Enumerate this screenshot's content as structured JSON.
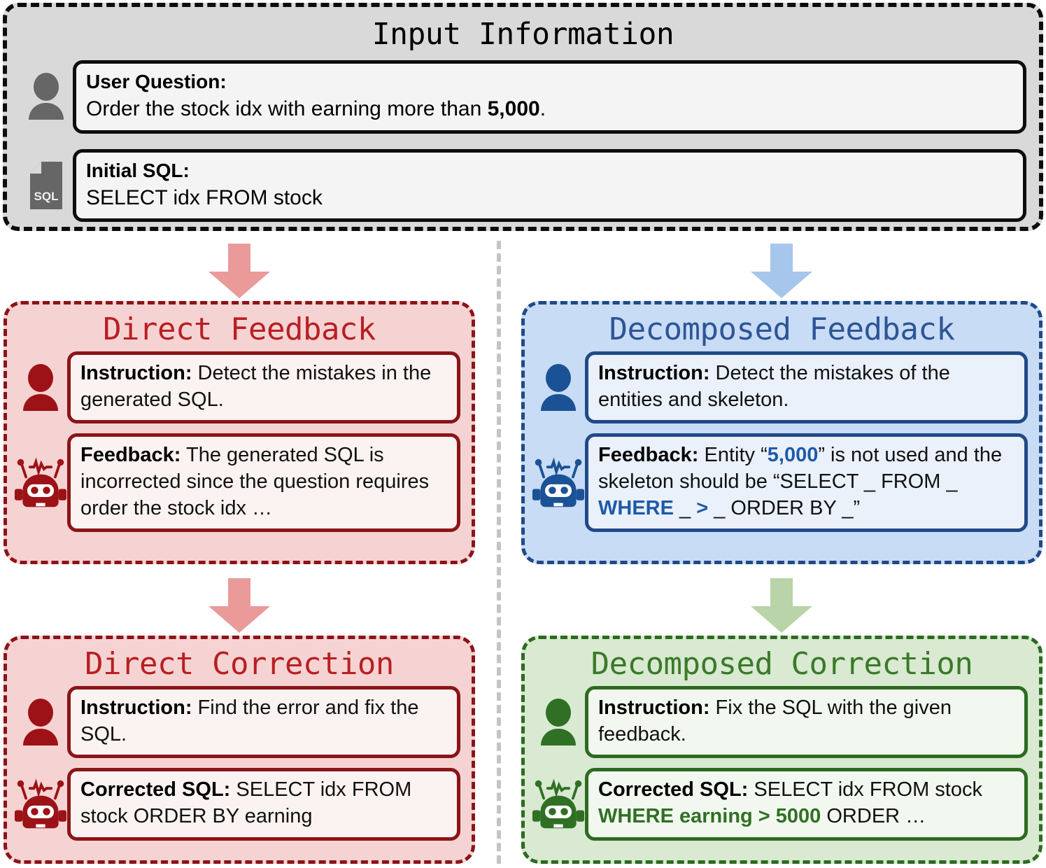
{
  "input": {
    "title": "Input Information",
    "rows": [
      {
        "icon": "user-icon",
        "label": "User Question:",
        "body_pre": "Order the stock idx with earning more than ",
        "body_em": "5,000",
        "body_post": "."
      },
      {
        "icon": "sql-file-icon",
        "label": "Initial SQL:",
        "body_pre": "SELECT idx FROM stock",
        "body_em": "",
        "body_post": ""
      }
    ]
  },
  "direct_feedback": {
    "title": "Direct Feedback",
    "instruction_label": "Instruction:",
    "instruction_text": " Detect the mistakes in the generated SQL.",
    "feedback_label": "Feedback:",
    "feedback_text": " The generated SQL is incorrected since the question requires order the stock idx …"
  },
  "decomposed_feedback": {
    "title": "Decomposed Feedback",
    "instruction_label": "Instruction:",
    "instruction_text": " Detect the mistakes of the entities and skeleton.",
    "feedback_label": "Feedback:",
    "feedback_p1": " Entity “",
    "feedback_em1": "5,000",
    "feedback_p2": "” is not used and the skeleton should be “SELECT _ FROM _ ",
    "feedback_em2": "WHERE",
    "feedback_p3": " _ ",
    "feedback_em3": ">",
    "feedback_p4": " _ ORDER BY _”"
  },
  "direct_correction": {
    "title": "Direct Correction",
    "instruction_label": "Instruction:",
    "instruction_text": " Find the error and fix the SQL.",
    "sql_label": "Corrected SQL:",
    "sql_text": " SELECT idx FROM stock ORDER BY earning"
  },
  "decomposed_correction": {
    "title": "Decomposed Correction",
    "instruction_label": "Instruction:",
    "instruction_text": " Fix the SQL with the given feedback.",
    "sql_label": "Corrected SQL:",
    "sql_p1": " SELECT idx FROM stock ",
    "sql_em": "WHERE earning > 5000",
    "sql_p2": " ORDER …"
  },
  "icons": {
    "user_gray": "user-icon",
    "sql_file": "sql-file-icon",
    "user_red": "user-icon",
    "robot_red": "robot-icon",
    "user_blue": "user-icon",
    "robot_blue": "robot-icon",
    "user_green": "user-icon",
    "robot_green": "robot-icon"
  },
  "arrows": [
    {
      "name": "arrow-input-to-direct-feedback",
      "color": "#eb9a9a"
    },
    {
      "name": "arrow-input-to-decomposed-feedback",
      "color": "#a6c6ec"
    },
    {
      "name": "arrow-direct-feedback-to-direct-correction",
      "color": "#eb9a9a"
    },
    {
      "name": "arrow-decomposed-feedback-to-decomposed-correction",
      "color": "#b8d4a8"
    }
  ],
  "colors": {
    "input_bg": "#d9d9d9",
    "red_bg": "#f6d3d3",
    "red_border": "#8b1418",
    "red_title": "#b81f23",
    "blue_bg": "#c9dcf5",
    "blue_border": "#204a87",
    "blue_title": "#2d5596",
    "green_bg": "#d9e9d2",
    "green_border": "#2c6b1f",
    "green_title": "#3a7a28",
    "divider": "#c4c4c4"
  }
}
